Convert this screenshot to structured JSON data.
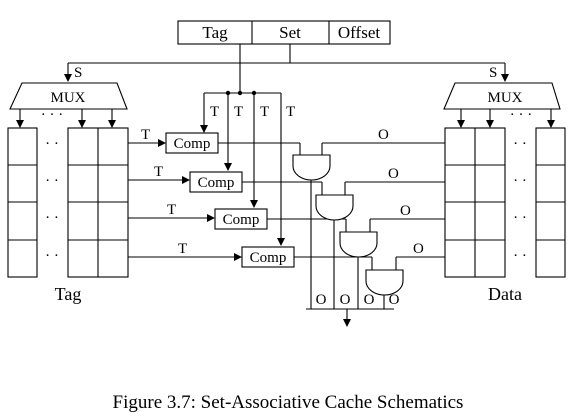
{
  "address": {
    "tag": "Tag",
    "set": "Set",
    "offset": "Offset"
  },
  "mux": {
    "left_label": "MUX",
    "right_label": "MUX",
    "select_left": "S",
    "select_right": "S"
  },
  "arrays": {
    "tag_label": "Tag",
    "data_label": "Data",
    "dots": "· · ·",
    "row_dots": "· ·"
  },
  "comparators": [
    {
      "label": "Comp",
      "input": "T"
    },
    {
      "label": "Comp",
      "input": "T"
    },
    {
      "label": "Comp",
      "input": "T"
    },
    {
      "label": "Comp",
      "input": "T"
    }
  ],
  "tag_bus": [
    "T",
    "T",
    "T",
    "T"
  ],
  "data_outputs": [
    "O",
    "O",
    "O",
    "O"
  ],
  "bottom_outputs": [
    "O",
    "O",
    "O",
    "O"
  ],
  "caption": "Figure 3.7: Set-Associative Cache Schematics"
}
